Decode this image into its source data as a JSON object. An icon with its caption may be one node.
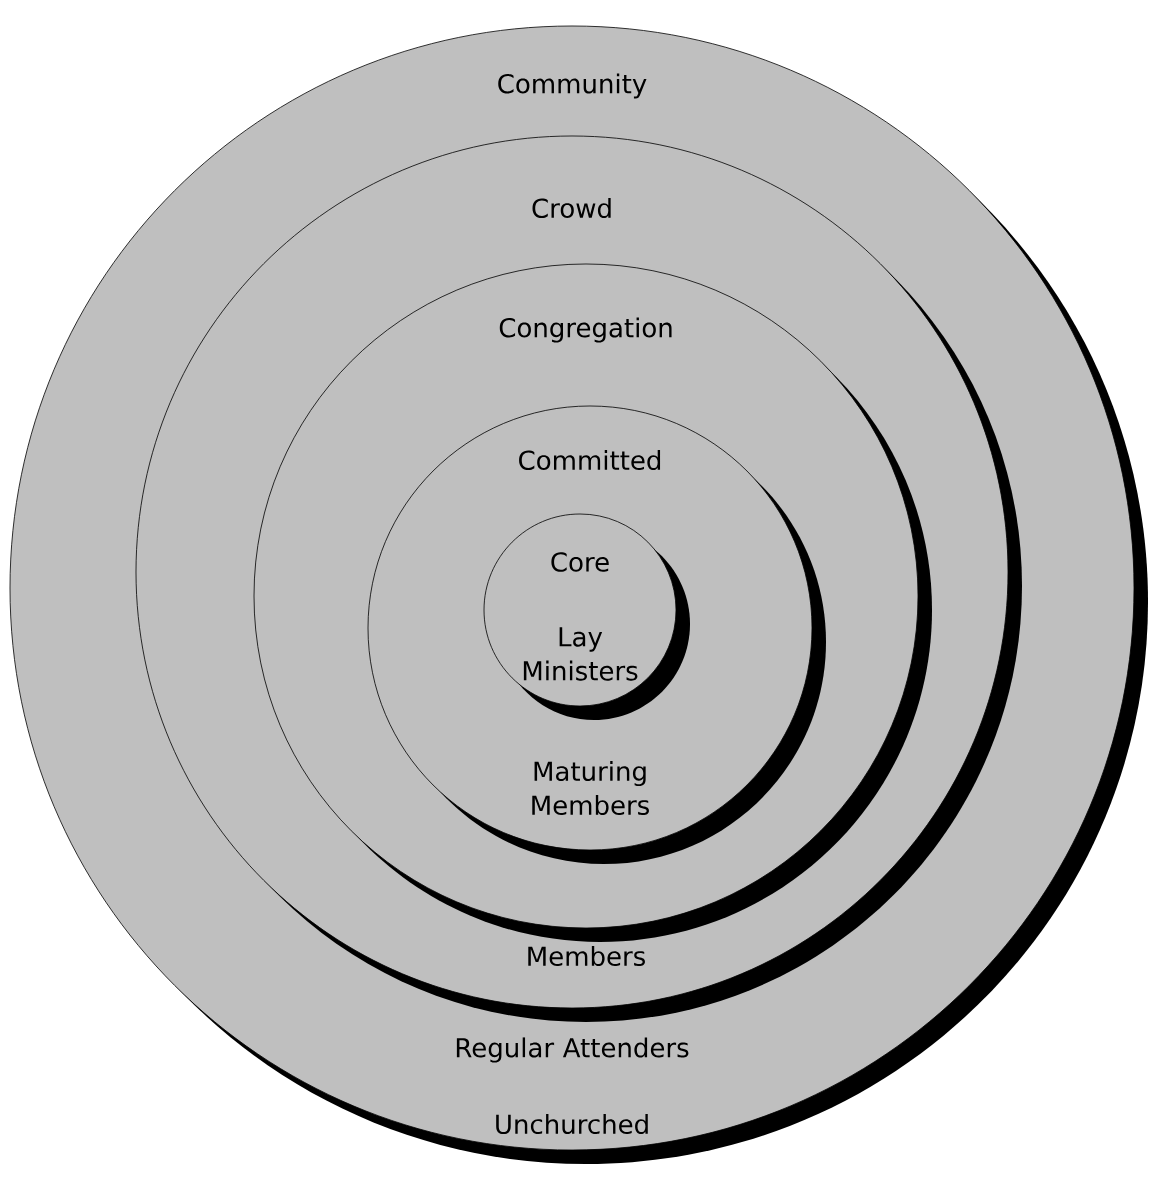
{
  "diagram": {
    "nodes": [
      {
        "text": [
          "Community",
          "Unchurched"
        ]
      },
      {
        "text": [
          "Crowd",
          "Regular Attenders"
        ],
        "in": 0
      },
      {
        "text": [
          "Congregation",
          "Members"
        ],
        "in": 1
      },
      {
        "text": [
          "Committed",
          "Maturing Members"
        ],
        "in": 2
      },
      {
        "text": [
          "Core",
          "Lay Ministers"
        ],
        "in": 3
      }
    ]
  }
}
